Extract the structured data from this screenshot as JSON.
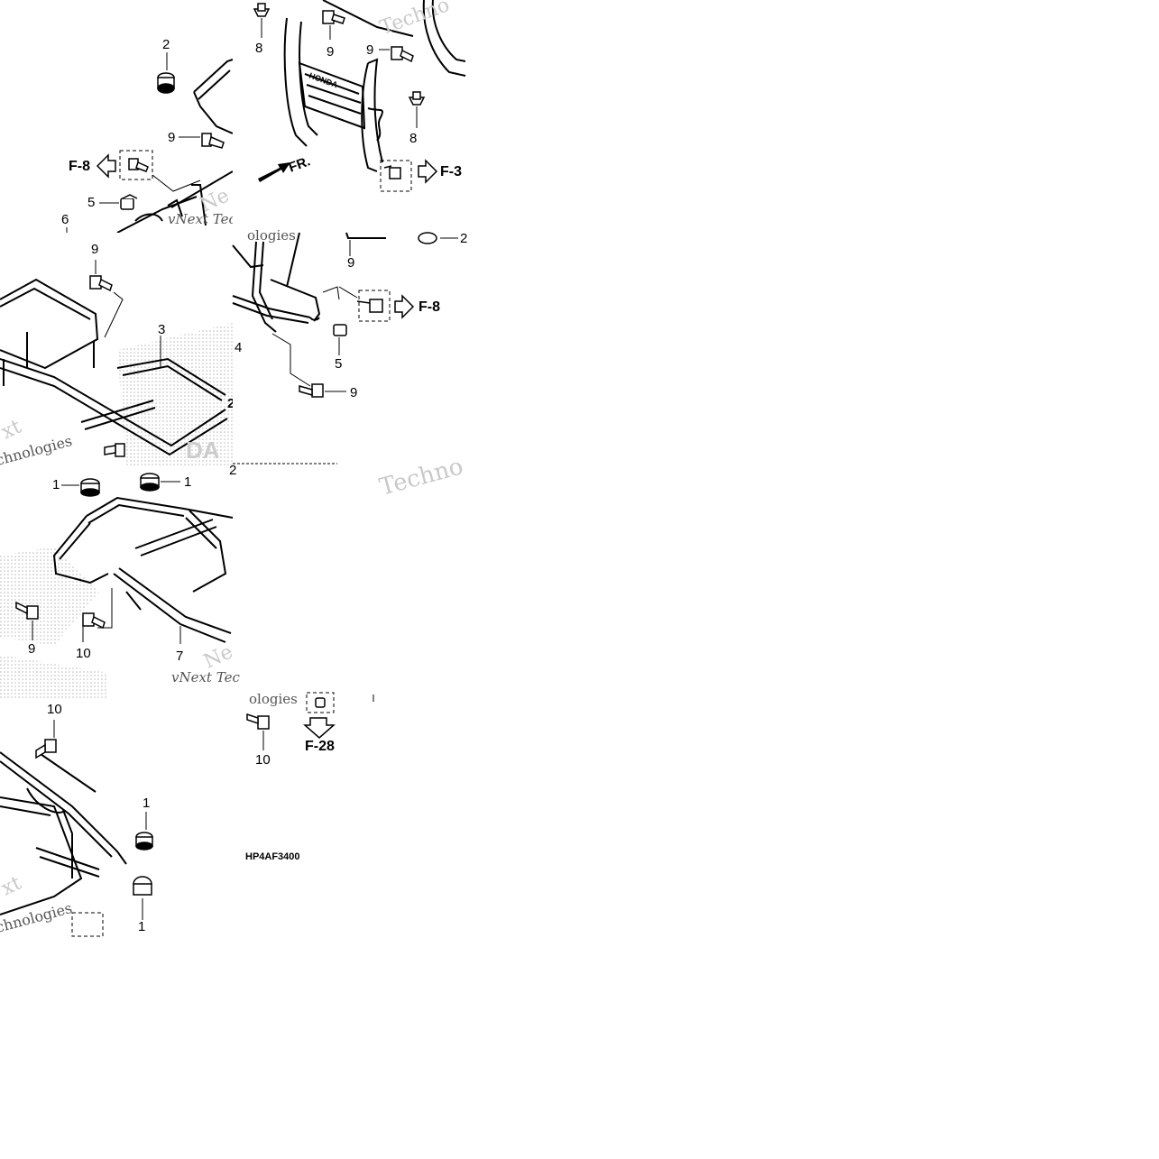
{
  "colors": {
    "line": "#000000",
    "watermark": "#c9c9c9",
    "background": "#ffffff"
  },
  "diagram_code": "HP4AF3400",
  "front_marker": "FR.",
  "watermarks": {
    "tech_a": "Techno",
    "tech_b": "Techno",
    "vnext_1": "vNext Tec",
    "vnext_2": "vNext Tec",
    "ologies_1": "ologies",
    "ologies_2": "ologies",
    "xt_1": "xt",
    "chnologies_1": "chnologies",
    "xt_2": "xt",
    "chnologies_2": "chnologies",
    "ne_1": "Ne",
    "ne_2": "Ne"
  },
  "brand_text": {
    "honda_1": "HONDA",
    "honda_2": "DA"
  },
  "refs": {
    "f8_a": "F-8",
    "f3": "F-3",
    "f8_b": "F-8",
    "f28": "F-28"
  },
  "callouts": {
    "c2_top": "2",
    "c9_a": "9",
    "c5_a": "5",
    "c6": "6",
    "c8_a": "8",
    "c9_b": "9",
    "c9_c": "9",
    "c8_b": "8",
    "c9_d": "9",
    "c3": "3",
    "c2_mid": "2",
    "c9_e": "9",
    "c2_right": "2",
    "c4": "4",
    "c5_b": "5",
    "c9_f": "9",
    "c1_a": "1",
    "c1_b": "1",
    "c9_g": "9",
    "c10_a": "10",
    "c7": "7",
    "c2_low": "2",
    "c10_b": "10",
    "c10_c": "10",
    "c1_c": "1",
    "c1_d": "1"
  }
}
